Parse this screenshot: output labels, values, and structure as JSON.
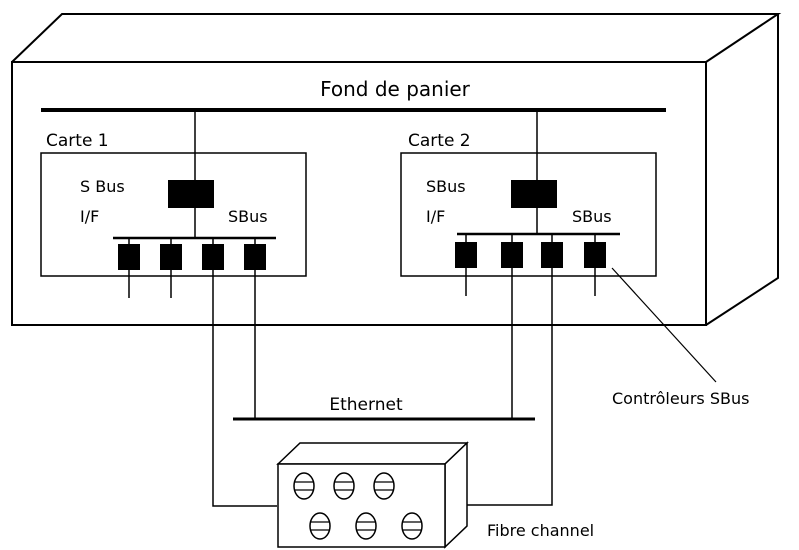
{
  "backplane_label": "Fond de panier",
  "cards": [
    {
      "title": "Carte 1",
      "sbus_if_line1": "S Bus",
      "sbus_if_line2": "I/F",
      "sbus_label": "SBus"
    },
    {
      "title": "Carte 2",
      "sbus_if_line1": "SBus",
      "sbus_if_line2": "I/F",
      "sbus_label": "SBus"
    }
  ],
  "ethernet_label": "Ethernet",
  "controllers_label": "Contrôleurs SBus",
  "fibre_label": "Fibre channel",
  "colors": {
    "line": "#000000",
    "background": "#ffffff"
  }
}
